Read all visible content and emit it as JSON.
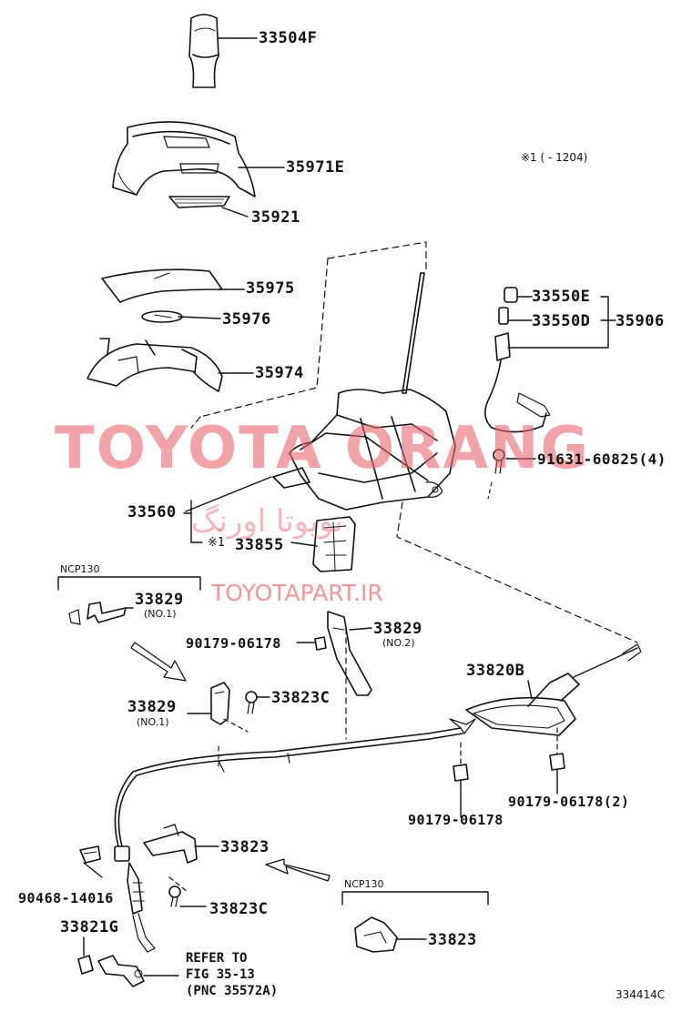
{
  "watermark": {
    "brand": "TOYOTA ORANG",
    "persian": "تویوتا اورنگ",
    "url": "TOYOTAPART.IR"
  },
  "note": {
    "footnote": "※1 (      - 1204)",
    "mark": "※1"
  },
  "groups": {
    "ncp130_top": "NCP130",
    "ncp130_bottom": "NCP130"
  },
  "parts": {
    "p33504F": "33504F",
    "p35971E": "35971E",
    "p35921": "35921",
    "p35975": "35975",
    "p35976": "35976",
    "p35974": "35974",
    "p33550E": "33550E",
    "p33550D": "33550D",
    "p35906": "35906",
    "p91631": "91631-60825(4)",
    "p33560": "33560",
    "p33855": "33855",
    "p33829_a": "33829",
    "p33829_a_sub": "(NO.1)",
    "p33829_b": "33829",
    "p33829_b_sub": "(NO.2)",
    "p90179_a": "90179-06178",
    "p33820B": "33820B",
    "p33829_c": "33829",
    "p33829_c_sub": "(NO.1)",
    "p33823C_a": "33823C",
    "p90179_b": "90179-06178",
    "p90179_c": "90179-06178(2)",
    "p33823_a": "33823",
    "p90468": "90468-14016",
    "p33823C_b": "33823C",
    "p33821G": "33821G",
    "p33823_b": "33823"
  },
  "reference": {
    "line1": "REFER TO",
    "line2": "FIG 35-13",
    "line3": "(PNC 35572A)"
  },
  "diagram_id": "334414C"
}
